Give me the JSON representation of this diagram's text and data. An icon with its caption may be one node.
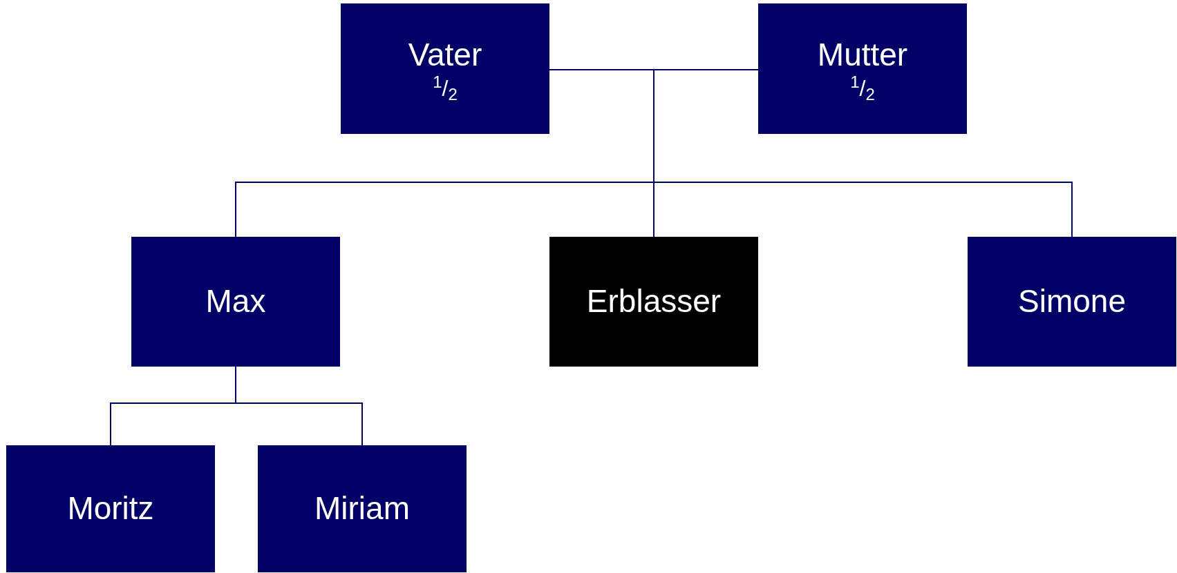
{
  "diagram": {
    "nodes": [
      {
        "text": [
          "Vater",
          "$^{1}$/$_{2}$"
        ]
      },
      {
        "text": [
          "Mutter",
          "$^{1}$/$_{2}$"
        ]
      },
      {
        "text": [
          "Max"
        ]
      },
      {
        "text": [
          "Erblasser"
        ]
      },
      {
        "text": [
          "Simone"
        ]
      },
      {
        "text": [
          "Moritz"
        ]
      },
      {
        "text": [
          "Miriam"
        ]
      }
    ],
    "edges": [
      {
        "from": 0,
        "to": 1,
        "arrow": "none"
      },
      {
        "from": 0,
        "to": 2,
        "arrow": "none"
      },
      {
        "from": 0,
        "to": 3,
        "arrow": "none"
      },
      {
        "from": 0,
        "to": 4,
        "arrow": "none"
      },
      {
        "from": 1,
        "to": 2,
        "arrow": "none"
      },
      {
        "from": 1,
        "to": 3,
        "arrow": "none"
      },
      {
        "from": 1,
        "to": 4,
        "arrow": "none"
      },
      {
        "from": 2,
        "to": 5,
        "arrow": "none"
      },
      {
        "from": 2,
        "to": 6,
        "arrow": "none"
      }
    ]
  }
}
